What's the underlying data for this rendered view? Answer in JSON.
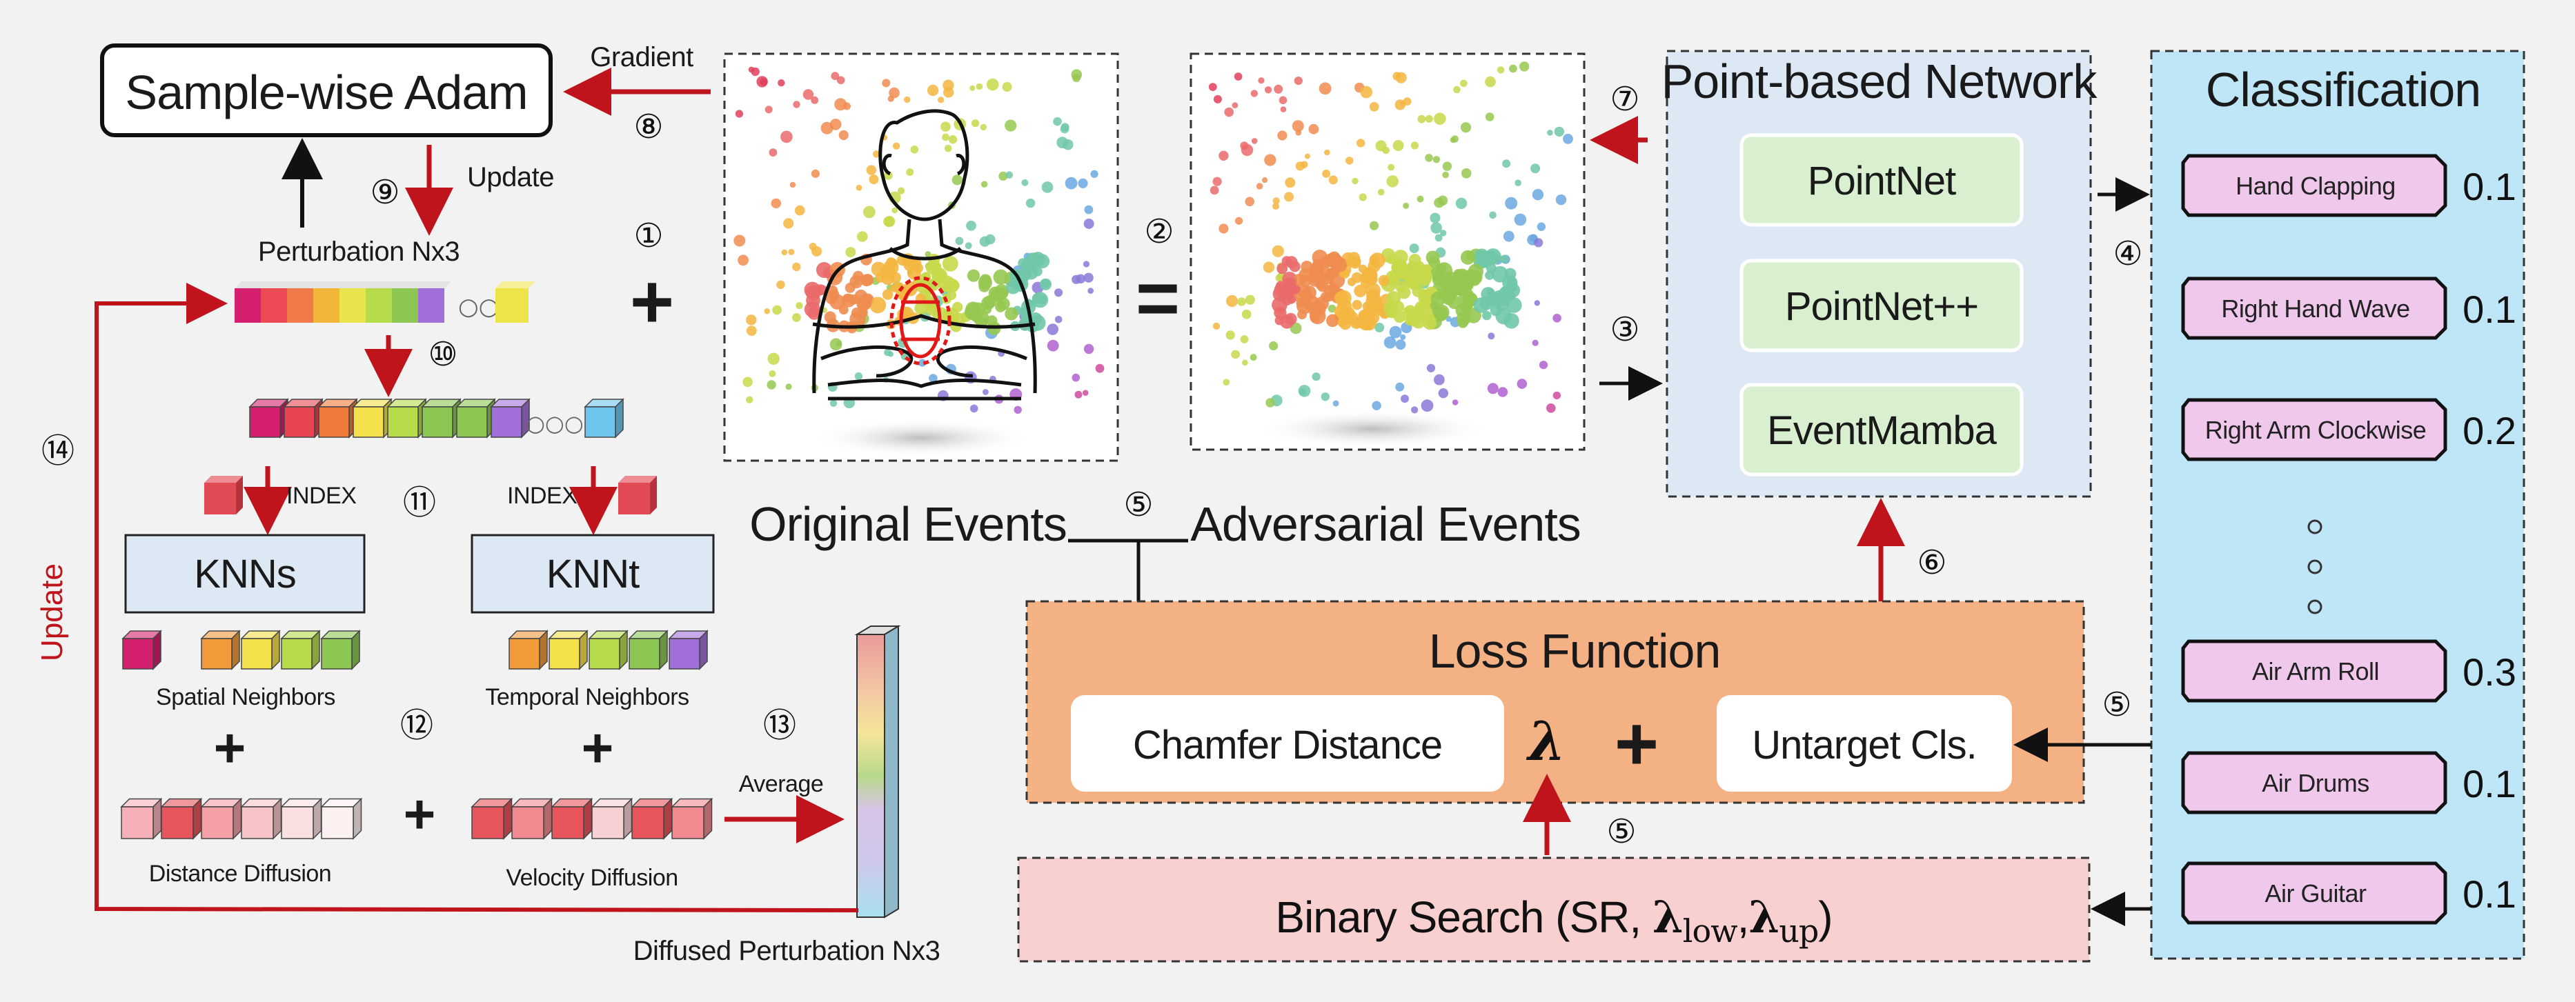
{
  "adam": {
    "title": "Sample-wise  Adam",
    "gradient": "Gradient",
    "update": "Update"
  },
  "perturbation": {
    "title": "Perturbation Nx3",
    "diffused": "Diffused Perturbation Nx3",
    "average": "Average"
  },
  "knn": {
    "spatial_box": "KNNs",
    "temporal_box": "KNNt",
    "index": "INDEX",
    "spatial_neighbors": "Spatial  Neighbors",
    "temporal_neighbors": "Temporal Neighbors",
    "distance_diffusion": "Distance Diffusion",
    "velocity_diffusion": "Velocity Diffusion"
  },
  "loop_update": "Update",
  "events": {
    "original": "Original Events",
    "adversarial": "Adversarial Events"
  },
  "network": {
    "title": "Point-based Network",
    "models": [
      "PointNet",
      "PointNet++",
      "EventMamba"
    ]
  },
  "classification": {
    "title": "Classification",
    "items": [
      {
        "label": "Hand Clapping",
        "prob": "0.1"
      },
      {
        "label": "Right Hand Wave",
        "prob": "0.1"
      },
      {
        "label": "Right Arm Clockwise",
        "prob": "0.2"
      },
      {
        "label": "Air Arm Roll",
        "prob": "0.3"
      },
      {
        "label": "Air Drums",
        "prob": "0.1"
      },
      {
        "label": "Air Guitar",
        "prob": "0.1"
      }
    ]
  },
  "loss": {
    "title": "Loss Function",
    "chamfer": "Chamfer Distance",
    "lambda": "λ",
    "untarget": "Untarget Cls."
  },
  "binary_search": {
    "prefix": "Binary Search (SR, ",
    "lam": "λ",
    "low": "low",
    "up": "up",
    "sep": ",",
    "suffix": ")"
  },
  "symbols": {
    "plus": "+",
    "equals": "=",
    "dots": "○○○"
  },
  "steps": {
    "s1": "①",
    "s2": "②",
    "s3": "③",
    "s4": "④",
    "s5": "⑤",
    "s6": "⑥",
    "s7": "⑦",
    "s8": "⑧",
    "s9": "⑨",
    "s10": "⑩",
    "s11": "⑪",
    "s12": "⑫",
    "s13": "⑬",
    "s14": "⑭"
  },
  "colors": {
    "arrow_red": "#c0141c",
    "loss_fill": "#f4b183",
    "binary_fill": "#f8d0d0",
    "network_fill": "#dde8f5",
    "model_fill": "#d9f0d0",
    "class_fill": "#bfe6f6",
    "class_item_fill": "#f0c8ec",
    "knn_fill": "#dce8f4"
  }
}
